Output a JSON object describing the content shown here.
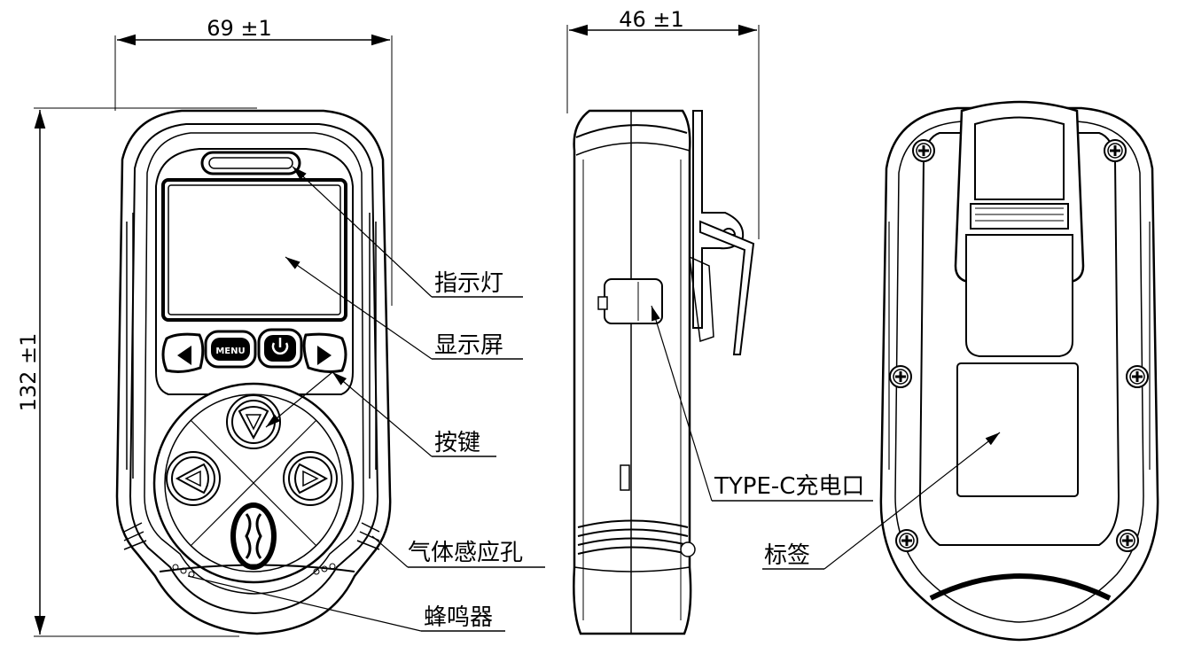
{
  "dimensions": {
    "front_width": "69 ±1",
    "side_width": "46 ±1",
    "height": "132 ±1"
  },
  "front_view": {
    "menu_button": "MENU",
    "callouts": {
      "indicator_light": "指示灯",
      "display_screen": "显示屏",
      "buttons": "按键",
      "gas_sensing_hole": "气体感应孔",
      "buzzer": "蜂鸣器"
    }
  },
  "side_view": {
    "callouts": {
      "charging_port": "TYPE-C充电口"
    }
  },
  "back_view": {
    "callouts": {
      "label": "标签"
    }
  },
  "icons": [
    "left-arrow-icon",
    "power-icon",
    "right-arrow-icon",
    "triangle-icon",
    "screw-icon"
  ]
}
